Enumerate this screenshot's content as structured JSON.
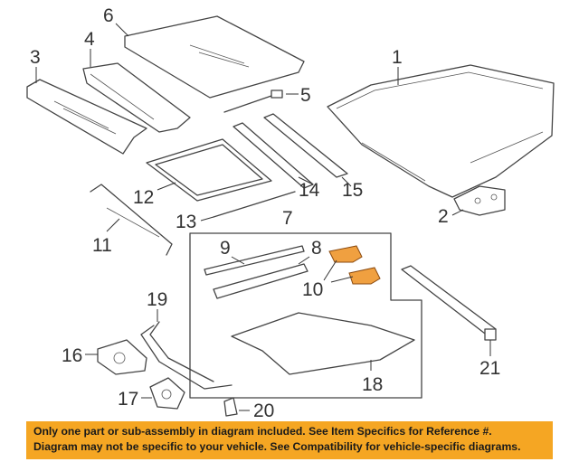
{
  "callouts": [
    "1",
    "2",
    "3",
    "4",
    "5",
    "6",
    "7",
    "8",
    "9",
    "10",
    "11",
    "12",
    "13",
    "14",
    "15",
    "16",
    "17",
    "18",
    "19",
    "20",
    "21"
  ],
  "highlighted_parts": [
    "10"
  ],
  "colors": {
    "highlight": "#f0a040",
    "banner": "#f5a623",
    "line": "#444444"
  },
  "footer": {
    "line1": "Only one part or sub-assembly in diagram included. See Item Specifics for Reference #.",
    "line2": "Diagram may not be specific to your vehicle. See Compatibility for vehicle-specific diagrams."
  }
}
